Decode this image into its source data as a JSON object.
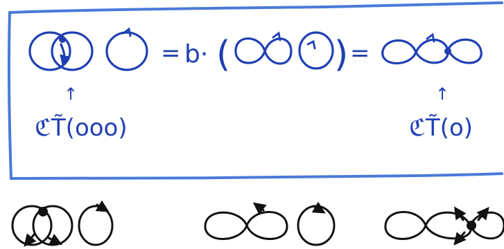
{
  "equation": {
    "equals_1": "=",
    "coefficient": "b·",
    "open_paren": "(",
    "close_paren": ")",
    "equals_2": "="
  },
  "labels": {
    "left_arrow": "↑",
    "left_label": "ℭT̃(ooo)",
    "right_arrow": "↑",
    "right_label": "ℭT̃(o)"
  },
  "colors": {
    "ink_blue": "#1f3fb3",
    "box_blue": "#4a7ad8",
    "ink_black": "#111111"
  }
}
